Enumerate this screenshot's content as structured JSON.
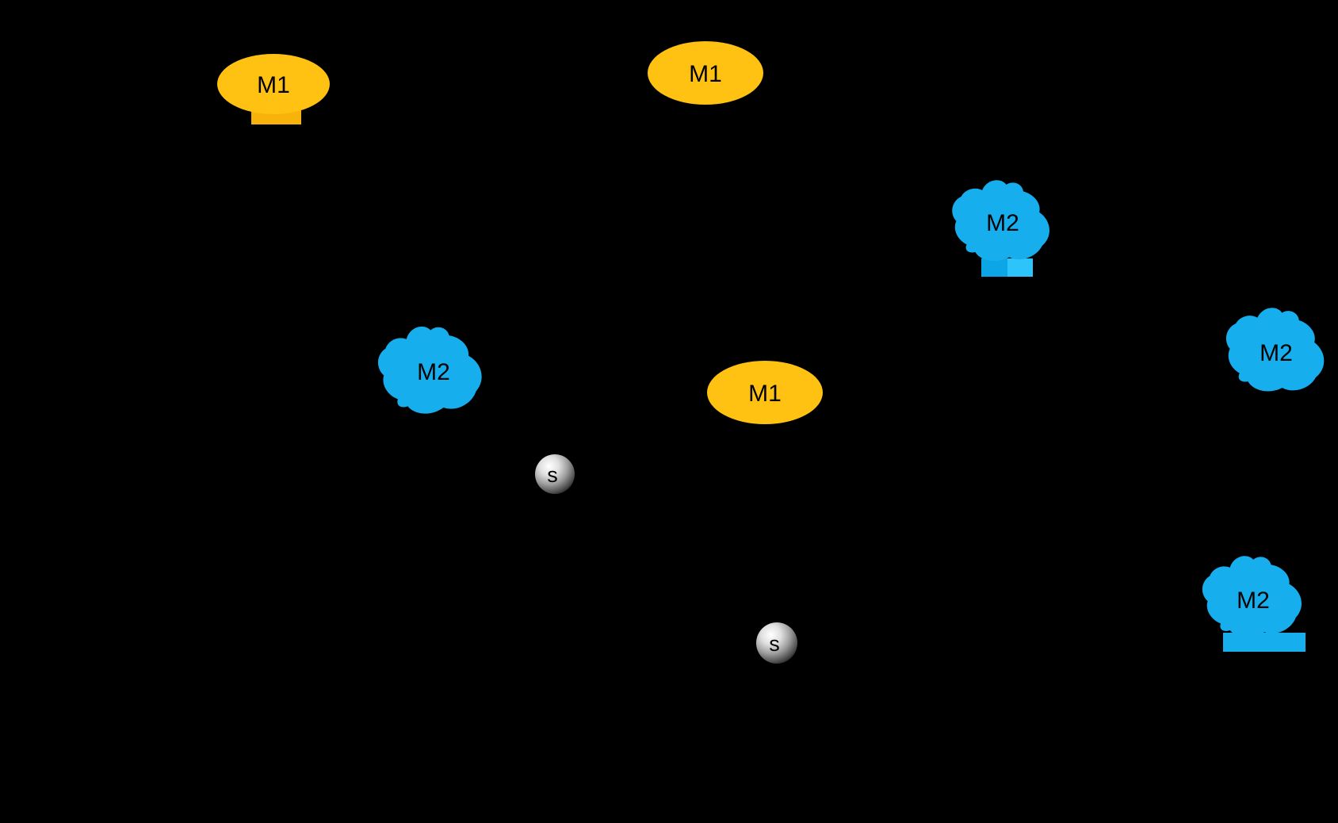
{
  "canvas": {
    "background": "#000000"
  },
  "palette": {
    "m1_fill": "#FFC112",
    "m1_tab": "#F8B30A",
    "m2_fill": "#16AEEC",
    "m2_tab_dark": "#0CA6E6",
    "m2_tab_light": "#2DC4FC",
    "sphere_highlight": "#FFFFFF",
    "sphere_shadow": "#121212",
    "label_color": "#000000"
  },
  "nodes": [
    {
      "id": "m1-top-left",
      "label": "M1",
      "shape": "ellipse-with-tab"
    },
    {
      "id": "m1-top-center",
      "label": "M1",
      "shape": "ellipse"
    },
    {
      "id": "m1-middle",
      "label": "M1",
      "shape": "ellipse"
    },
    {
      "id": "m2-upper-right",
      "label": "M2",
      "shape": "blob-with-tab"
    },
    {
      "id": "m2-middle-left",
      "label": "M2",
      "shape": "blob"
    },
    {
      "id": "m2-right",
      "label": "M2",
      "shape": "blob"
    },
    {
      "id": "m2-lower-right",
      "label": "M2",
      "shape": "blob-flat-bottom"
    },
    {
      "id": "sphere-upper",
      "label": "s",
      "shape": "sphere"
    },
    {
      "id": "sphere-lower",
      "label": "s",
      "shape": "sphere"
    }
  ]
}
